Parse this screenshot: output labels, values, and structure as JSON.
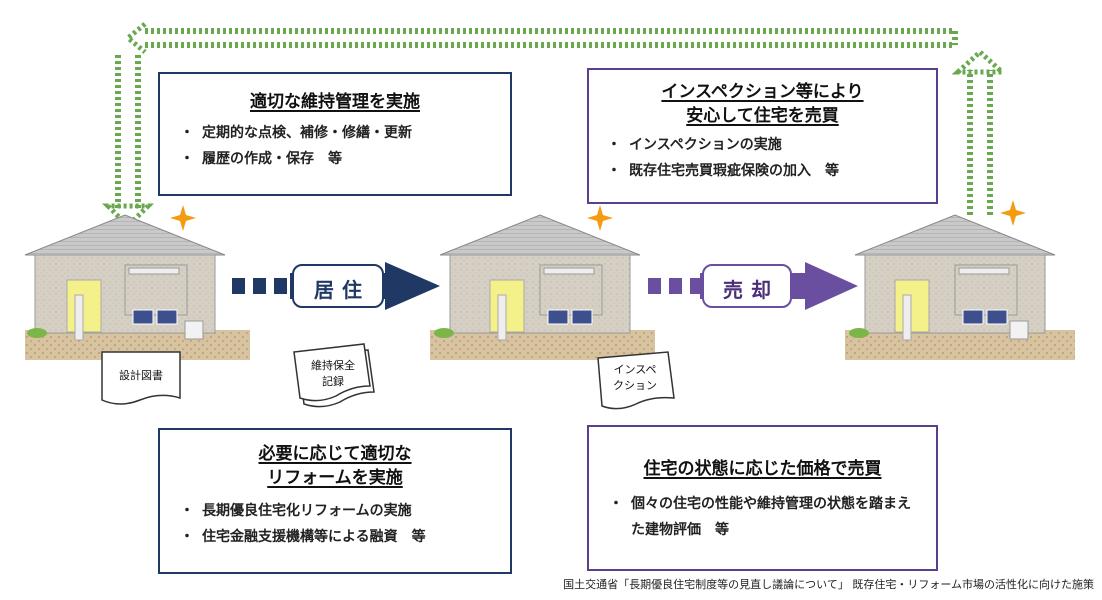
{
  "boxes": {
    "maintenance": {
      "title": [
        "適切な維持管理を実施"
      ],
      "items": [
        "定期的な点検、補修・修繕・更新",
        "履歴の作成・保存　等"
      ]
    },
    "inspection": {
      "title": [
        "インスペクション等により",
        "安心して住宅を売買"
      ],
      "items": [
        "インスペクションの実施",
        "既存住宅売買瑕疵保険の加入　等"
      ]
    },
    "reform": {
      "title": [
        "必要に応じて適切な",
        "リフォームを実施"
      ],
      "items": [
        "長期優良住宅化リフォームの実施",
        "住宅金融支援機構等による融資　等"
      ]
    },
    "price": {
      "title": [
        "住宅の状態に応じた価格で売買"
      ],
      "items": [
        "個々の住宅の性能や維持管理の状態を踏まえた建物評価　等"
      ]
    }
  },
  "arrows": {
    "live": "居住",
    "sell": "売却"
  },
  "documents": {
    "design": "設計図書",
    "maintenance_record": [
      "維持保全",
      "記録"
    ],
    "inspection": [
      "インスペ",
      "クション"
    ]
  },
  "citation": "国土交通省「長期優良住宅制度等の見直し議論について」 既存住宅・リフォーム市場の活性化に向けた施策",
  "colors": {
    "navy": "#1f3864",
    "purple": "#5b3f8c",
    "green_dotted": "#6aa84f",
    "spark": "#f39c12"
  }
}
